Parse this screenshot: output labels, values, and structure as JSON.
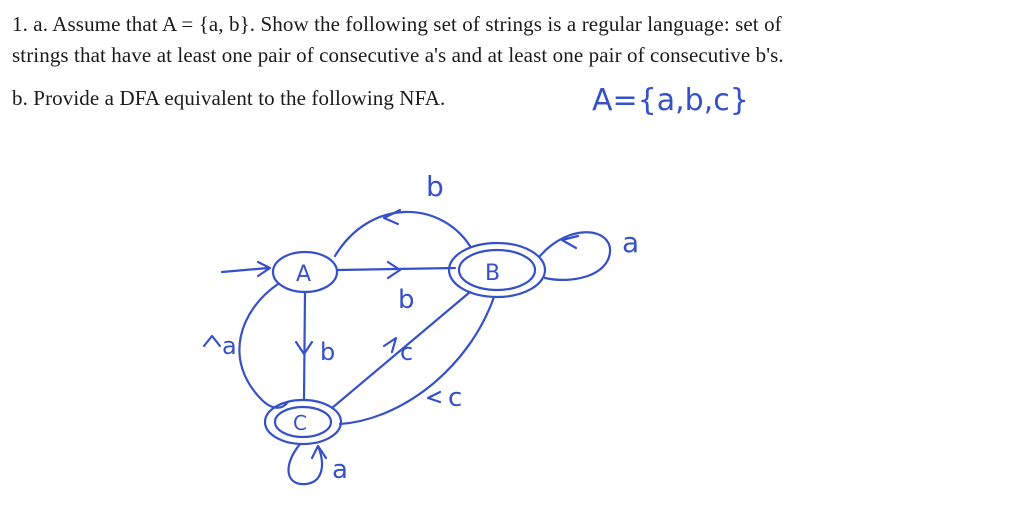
{
  "problem": {
    "part_a_line1": "1. a. Assume that A = {a, b}. Show the following set of strings is a regular language: set of",
    "part_a_line2": "strings that have at least one pair of consecutive a's and at least one pair of consecutive b's.",
    "part_b": "b. Provide a DFA equivalent to the following NFA."
  },
  "handwritten": {
    "alphabet_note": "A={a,b,c}",
    "states": [
      "A",
      "B",
      "C"
    ],
    "edge_labels": {
      "B_to_A_top": "b",
      "A_to_B": "b",
      "B_self": "a",
      "A_self": "a",
      "A_to_C": "b",
      "C_to_B": "c",
      "B_to_C": "c",
      "C_self": "a"
    }
  },
  "colors": {
    "ink": "#3550c8",
    "text": "#1a1a1a"
  }
}
